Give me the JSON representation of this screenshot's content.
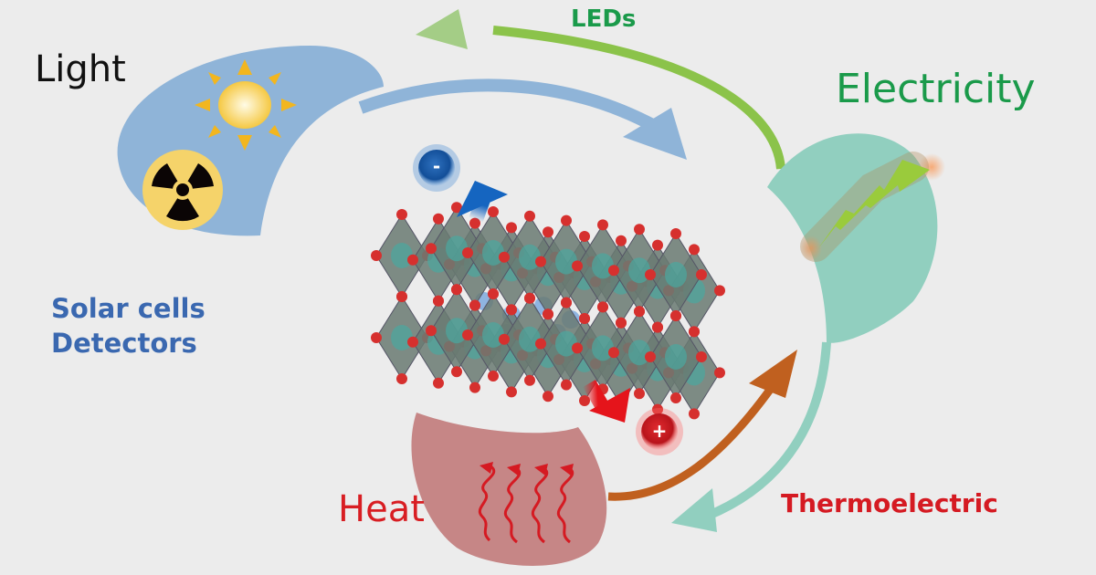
{
  "labels": {
    "light": "Light",
    "electricity": "Electricity",
    "heat": "Heat",
    "leds": "LEDs",
    "solar_cells": "Solar cells",
    "detectors": "Detectors",
    "thermoelectric": "Thermoelectric"
  },
  "charges": {
    "electron": "-",
    "hole": "+"
  },
  "icons": [
    "sun-icon",
    "radiation-icon",
    "lightning-bolt-icon",
    "heat-waves-icon",
    "perovskite-crystal-structure"
  ],
  "colors": {
    "background": "#ececec",
    "light_blob": "#8fb4d8",
    "electricity_blob": "#91cfbf",
    "heat_blob": "#c68686",
    "leds_arrow": "#8bc34a",
    "thermo_arrow": "#c0601f",
    "electron": "#1a5aa8",
    "hole": "#c8161d",
    "electricity_text": "#1a9a4a",
    "heat_text": "#d81e23",
    "apps_text": "#3a68b0"
  }
}
